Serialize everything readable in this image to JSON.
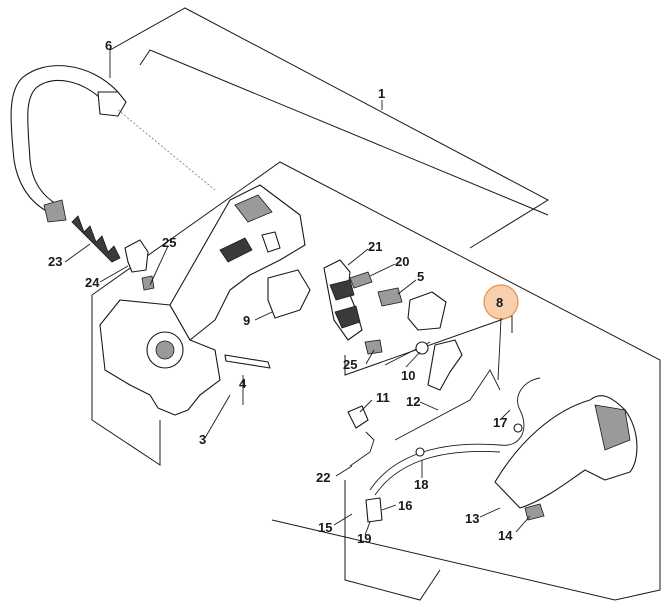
{
  "diagram": {
    "labels": [
      {
        "id": "1",
        "text": "1"
      },
      {
        "id": "3",
        "text": "3"
      },
      {
        "id": "4",
        "text": "4"
      },
      {
        "id": "5",
        "text": "5"
      },
      {
        "id": "6",
        "text": "6"
      },
      {
        "id": "8",
        "text": "8"
      },
      {
        "id": "9",
        "text": "9"
      },
      {
        "id": "10",
        "text": "10"
      },
      {
        "id": "11",
        "text": "11"
      },
      {
        "id": "12",
        "text": "12"
      },
      {
        "id": "13",
        "text": "13"
      },
      {
        "id": "14",
        "text": "14"
      },
      {
        "id": "15",
        "text": "15"
      },
      {
        "id": "16",
        "text": "16"
      },
      {
        "id": "17",
        "text": "17"
      },
      {
        "id": "18",
        "text": "18"
      },
      {
        "id": "19",
        "text": "19"
      },
      {
        "id": "20",
        "text": "20"
      },
      {
        "id": "21",
        "text": "21"
      },
      {
        "id": "22",
        "text": "22"
      },
      {
        "id": "23",
        "text": "23"
      },
      {
        "id": "24",
        "text": "24"
      },
      {
        "id": "25a",
        "text": "25"
      },
      {
        "id": "25b",
        "text": "25"
      }
    ],
    "highlight_color": "#f0a868"
  }
}
